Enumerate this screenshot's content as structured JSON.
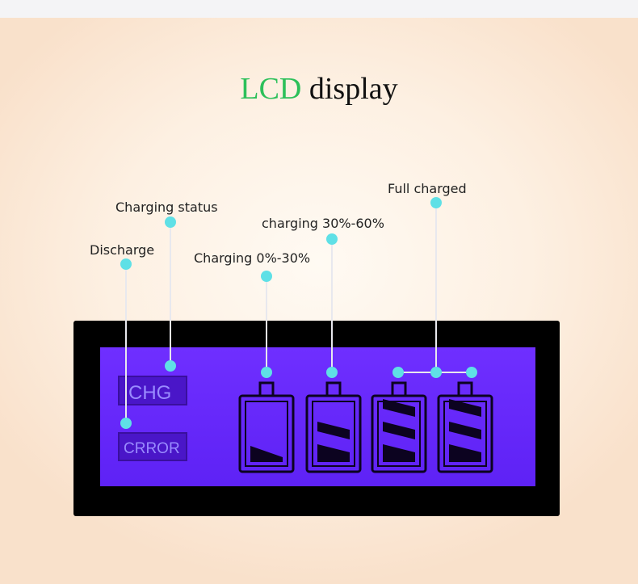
{
  "title": {
    "highlight": "LCD",
    "rest": "display"
  },
  "labels": {
    "discharge": "Discharge",
    "charging_status": "Charging status",
    "charging_0_30": "Charging 0%-30%",
    "charging_30_60": "charging 30%-60%",
    "full_charged": "Full charged"
  },
  "lcd": {
    "chg_text": "CHG",
    "error_text": "CRROR",
    "batteries": [
      {
        "name": "battery-1",
        "bars_filled": 1
      },
      {
        "name": "battery-2",
        "bars_filled": 2
      },
      {
        "name": "battery-3",
        "bars_filled": 3
      },
      {
        "name": "battery-4",
        "bars_filled": 3
      }
    ]
  },
  "colors": {
    "title_highlight": "#2cc05a",
    "lcd_screen": "#6a2cff",
    "bezel": "#000000",
    "callout_dot": "#5fe0e6",
    "leader_line": "#e8e8ee"
  }
}
